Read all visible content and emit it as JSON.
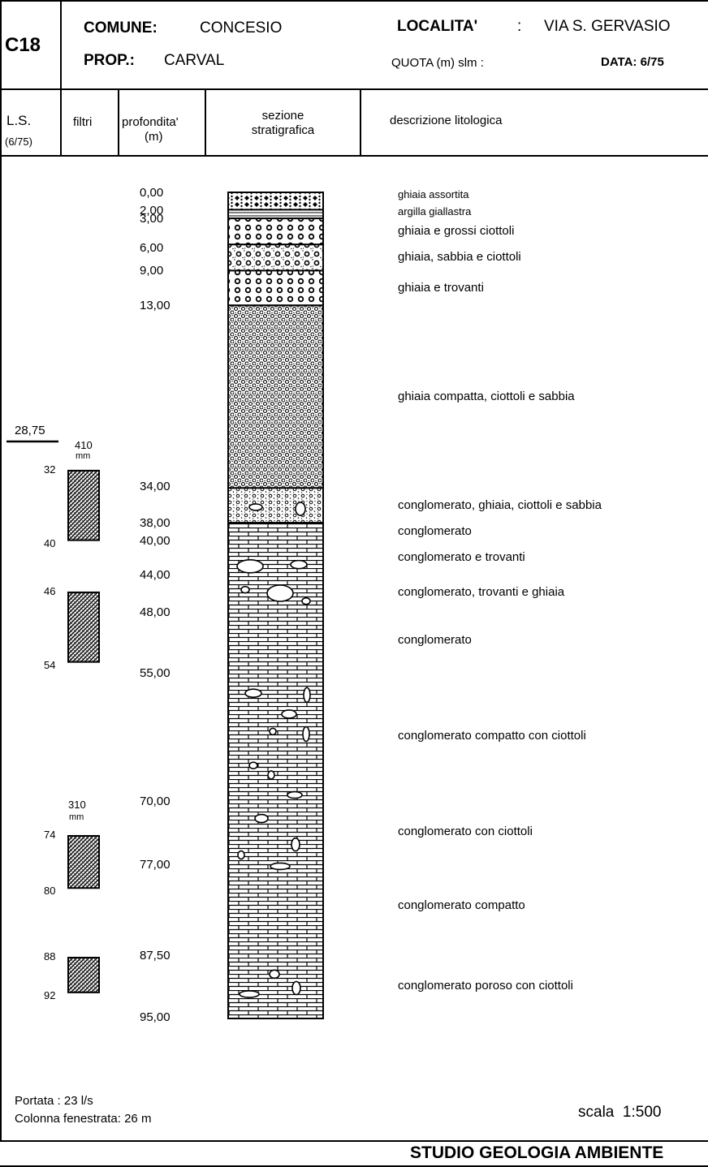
{
  "header": {
    "code": "C18",
    "comune_label": "COMUNE:",
    "comune_value": "CONCESIO",
    "prop_label": "PROP.:",
    "prop_value": "CARVAL",
    "localita_label": "LOCALITA'",
    "localita_sep": ":",
    "localita_value": "VIA S. GERVASIO",
    "quota_label": "QUOTA (m) slm :",
    "data_label": "DATA: 6/75"
  },
  "columns": {
    "ls": "L.S.",
    "ls_date": "(6/75)",
    "filtri": "filtri",
    "profondita": "profondita'",
    "profondita_unit": "(m)",
    "sezione": "sezione",
    "sezione2": "stratigrafica",
    "descrizione": "descrizione litologica"
  },
  "static_level": "28,75",
  "filter_diameters": [
    {
      "value": "410",
      "unit": "mm"
    },
    {
      "value": "310",
      "unit": "mm"
    }
  ],
  "filters": [
    {
      "from": 32,
      "to": 40,
      "from_label": "32",
      "to_label": "40"
    },
    {
      "from": 46,
      "to": 54,
      "from_label": "46",
      "to_label": "54"
    },
    {
      "from": 74,
      "to": 80,
      "from_label": "74",
      "to_label": "80"
    },
    {
      "from": 88,
      "to": 92,
      "from_label": "88",
      "to_label": "92"
    }
  ],
  "layers": [
    {
      "top": 0.0,
      "bottom": 2.0,
      "pattern": "gravel-assorted"
    },
    {
      "top": 2.0,
      "bottom": 3.0,
      "pattern": "clay"
    },
    {
      "top": 3.0,
      "bottom": 6.0,
      "pattern": "gravel-pebbles"
    },
    {
      "top": 6.0,
      "bottom": 9.0,
      "pattern": "gravel-sand"
    },
    {
      "top": 9.0,
      "bottom": 13.0,
      "pattern": "gravel-pebbles"
    },
    {
      "top": 13.0,
      "bottom": 34.0,
      "pattern": "compact-gravel"
    },
    {
      "top": 34.0,
      "bottom": 38.0,
      "pattern": "gravel-sand-boulders"
    },
    {
      "top": 38.0,
      "bottom": 95.0,
      "pattern": "conglomerate"
    }
  ],
  "depth_labels": [
    {
      "depth": 0.0,
      "label": "0,00"
    },
    {
      "depth": 2.0,
      "label": "2,00"
    },
    {
      "depth": 3.0,
      "label": "3,00"
    },
    {
      "depth": 6.0,
      "label": "6,00"
    },
    {
      "depth": 9.0,
      "label": "9,00"
    },
    {
      "depth": 13.0,
      "label": "13,00"
    },
    {
      "depth": 34.0,
      "label": "34,00"
    },
    {
      "depth": 38.0,
      "label": "38,00"
    },
    {
      "depth": 40.0,
      "label": "40,00"
    },
    {
      "depth": 44.0,
      "label": "44,00"
    },
    {
      "depth": 48.0,
      "label": "48,00"
    },
    {
      "depth": 55.0,
      "label": "55,00"
    },
    {
      "depth": 70.0,
      "label": "70,00"
    },
    {
      "depth": 77.0,
      "label": "77,00"
    },
    {
      "depth": 87.5,
      "label": "87,50"
    },
    {
      "depth": 95.0,
      "label": "95,00"
    }
  ],
  "descriptions": [
    {
      "depth": 0.0,
      "text": "ghiaia assortita"
    },
    {
      "depth": 2.0,
      "text": "argilla giallastra"
    },
    {
      "depth": 4.5,
      "text": "ghiaia e grossi ciottoli"
    },
    {
      "depth": 7.5,
      "text": "ghiaia, sabbia e ciottoli"
    },
    {
      "depth": 11.0,
      "text": "ghiaia e trovanti"
    },
    {
      "depth": 23.5,
      "text": "ghiaia compatta, ciottoli e sabbia"
    },
    {
      "depth": 36.0,
      "text": "conglomerato, ghiaia, ciottoli e sabbia"
    },
    {
      "depth": 39.0,
      "text": "conglomerato"
    },
    {
      "depth": 42.0,
      "text": "conglomerato e trovanti"
    },
    {
      "depth": 46.0,
      "text": "conglomerato, trovanti e ghiaia"
    },
    {
      "depth": 51.5,
      "text": "conglomerato"
    },
    {
      "depth": 62.5,
      "text": "conglomerato compatto con ciottoli"
    },
    {
      "depth": 73.5,
      "text": "conglomerato con ciottoli"
    },
    {
      "depth": 82.0,
      "text": "conglomerato compatto"
    },
    {
      "depth": 91.25,
      "text": "conglomerato poroso con ciottoli"
    }
  ],
  "footer": {
    "portata": "Portata : 23 l/s",
    "colonna": "Colonna fenestrata: 26 m",
    "scala": "scala  1:500",
    "studio": "STUDIO GEOLOGIA AMBIENTE"
  }
}
